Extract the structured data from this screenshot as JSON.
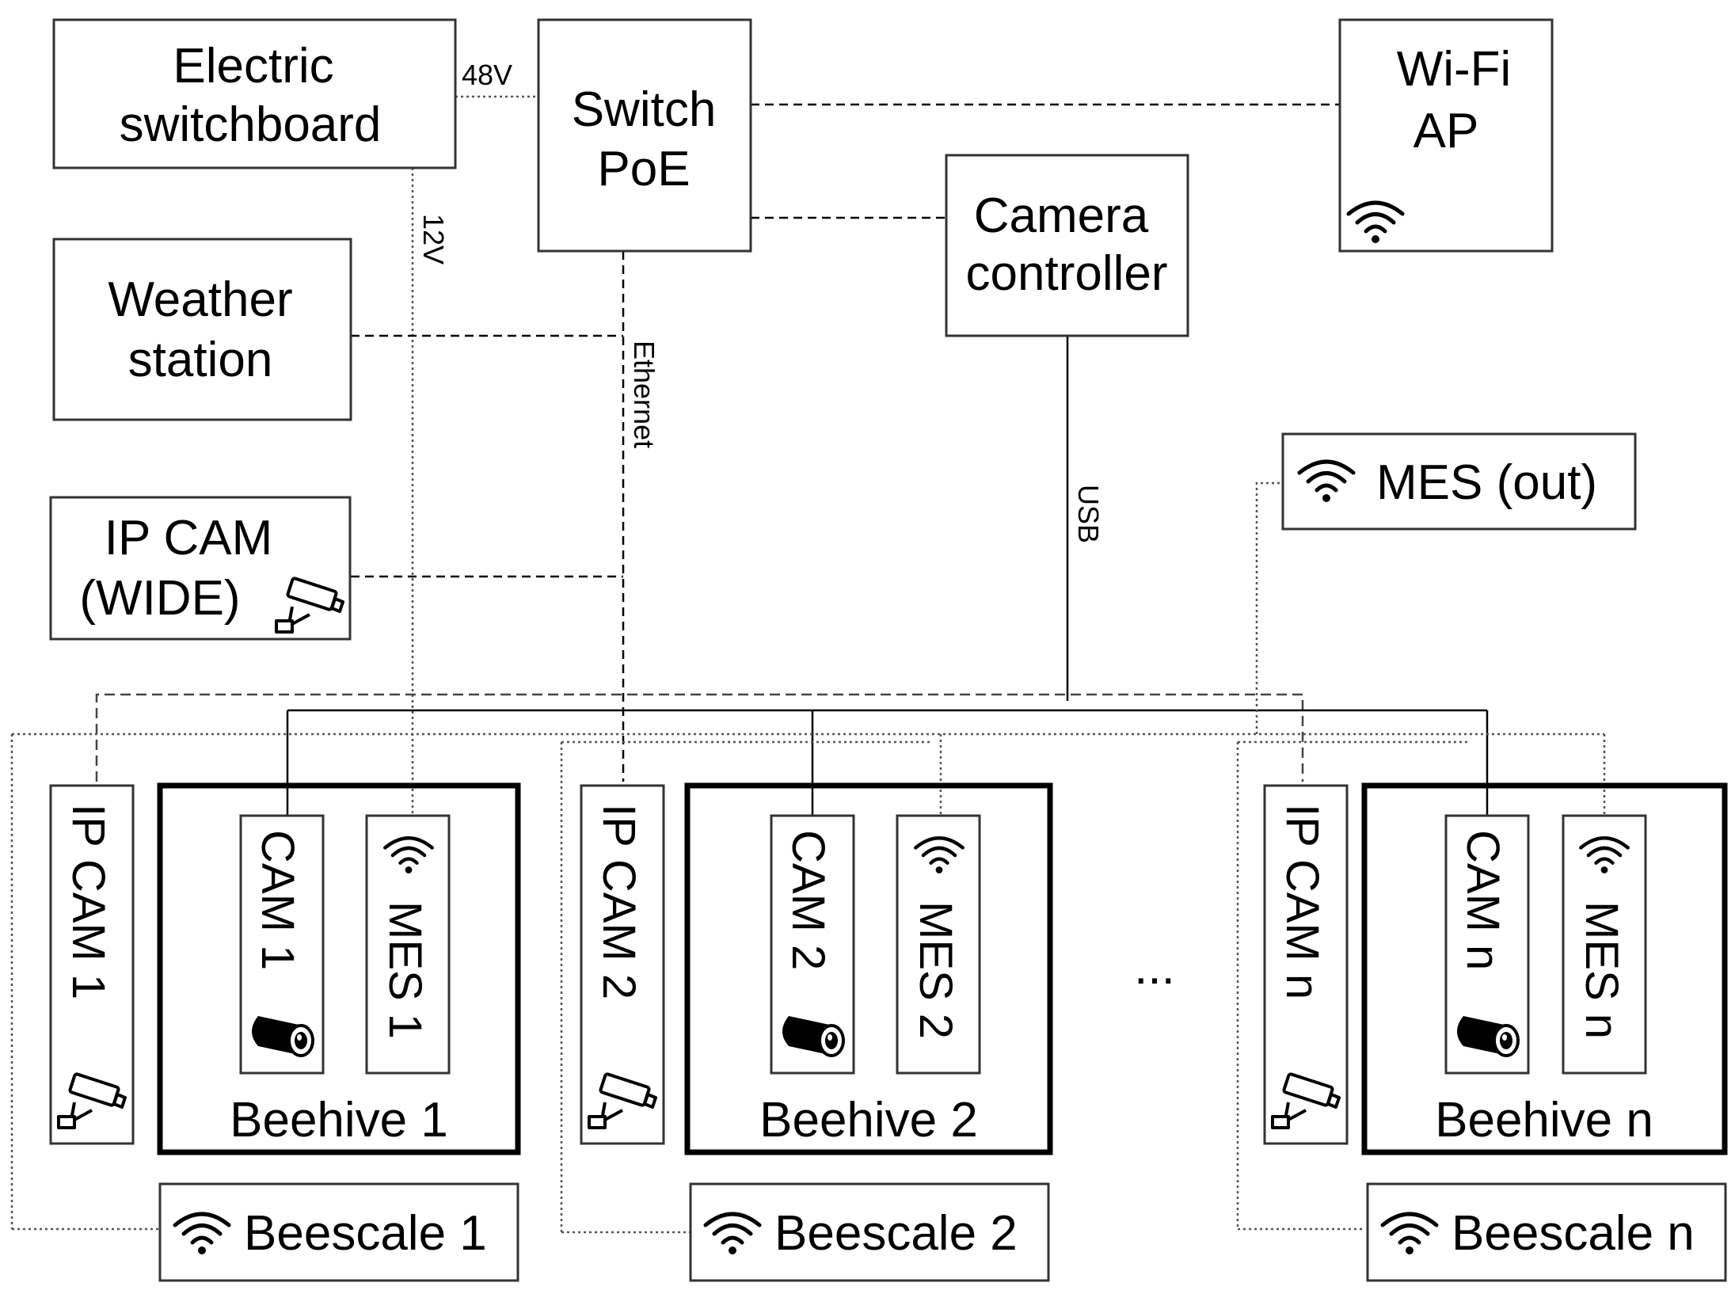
{
  "nodes": {
    "switchboard": [
      "Electric",
      "switchboard"
    ],
    "switch_poe": [
      "Switch",
      "PoE"
    ],
    "wifi_ap": [
      "Wi-Fi",
      "AP"
    ],
    "camera_controller": [
      "Camera",
      "controller"
    ],
    "weather_station": [
      "Weather",
      "station"
    ],
    "ip_cam_wide": [
      "IP CAM",
      "(WIDE)"
    ],
    "mes_out": "MES (out)"
  },
  "edge_labels": {
    "v48": "48V",
    "v12": "12V",
    "ethernet": "Ethernet",
    "usb": "USB"
  },
  "beehives": [
    {
      "ip_cam": "IP CAM 1",
      "cam": "CAM 1",
      "mes": "MES 1",
      "hive": "Beehive 1",
      "scale": "Beescale 1"
    },
    {
      "ip_cam": "IP CAM 2",
      "cam": "CAM 2",
      "mes": "MES 2",
      "hive": "Beehive 2",
      "scale": "Beescale 2"
    },
    {
      "ip_cam": "IP CAM n",
      "cam": "CAM n",
      "mes": "MES n",
      "hive": "Beehive n",
      "scale": "Beescale n"
    }
  ],
  "ellipsis": "..."
}
